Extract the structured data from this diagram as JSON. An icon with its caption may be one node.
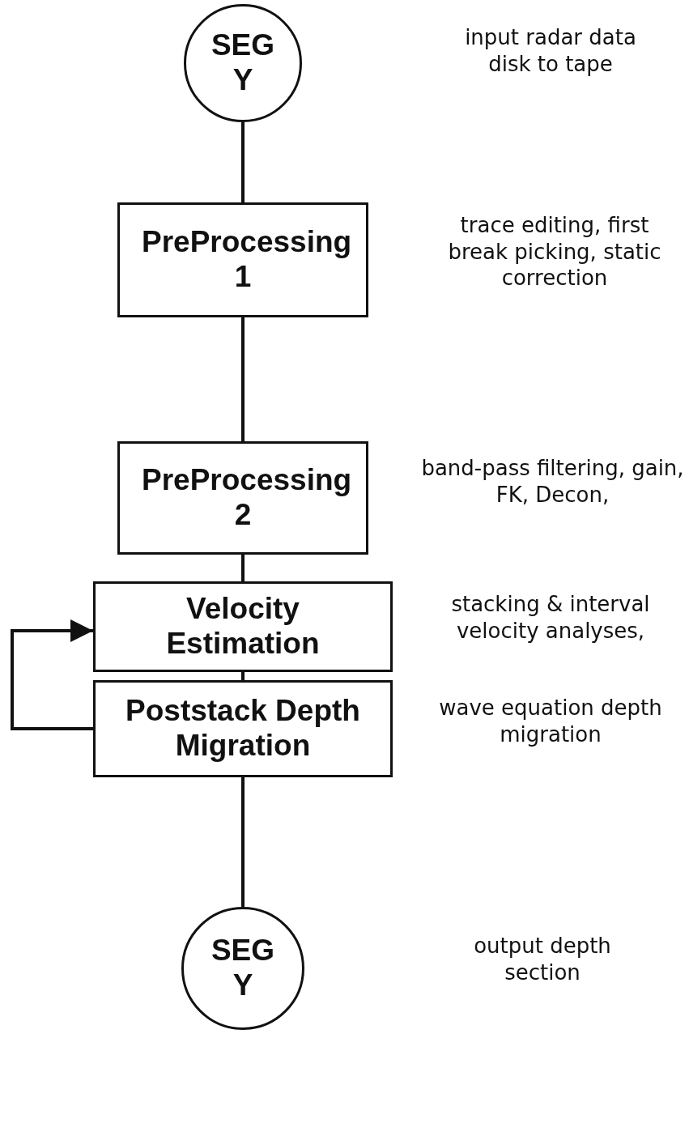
{
  "diagram": {
    "nodes": [
      {
        "text": [
          "SEG Y"
        ]
      },
      {
        "text": [
          "PreProcessing 1"
        ]
      },
      {
        "text": [
          "PreProcessing 2"
        ]
      },
      {
        "text": [
          "Velocity Estimation"
        ]
      },
      {
        "text": [
          "Poststack Depth Migration"
        ]
      },
      {
        "text": [
          "SEG Y"
        ]
      }
    ],
    "edges": [
      {
        "from": 0,
        "to": 1,
        "arrow": "none"
      },
      {
        "from": 1,
        "to": 2,
        "arrow": "none"
      },
      {
        "from": 2,
        "to": 3,
        "arrow": "none"
      },
      {
        "from": 3,
        "to": 4,
        "arrow": "none"
      },
      {
        "from": 4,
        "to": 5,
        "arrow": "none"
      },
      {
        "from": 4,
        "to": 3,
        "arrow": "to"
      }
    ],
    "labels": [
      "input radar data disk to tape",
      "trace editing, first break picking, static correction",
      "band-pass filtering, gain, FK, Decon,",
      "stacking & interval velocity analyses,",
      "wave equation depth migration",
      "output depth section"
    ]
  }
}
